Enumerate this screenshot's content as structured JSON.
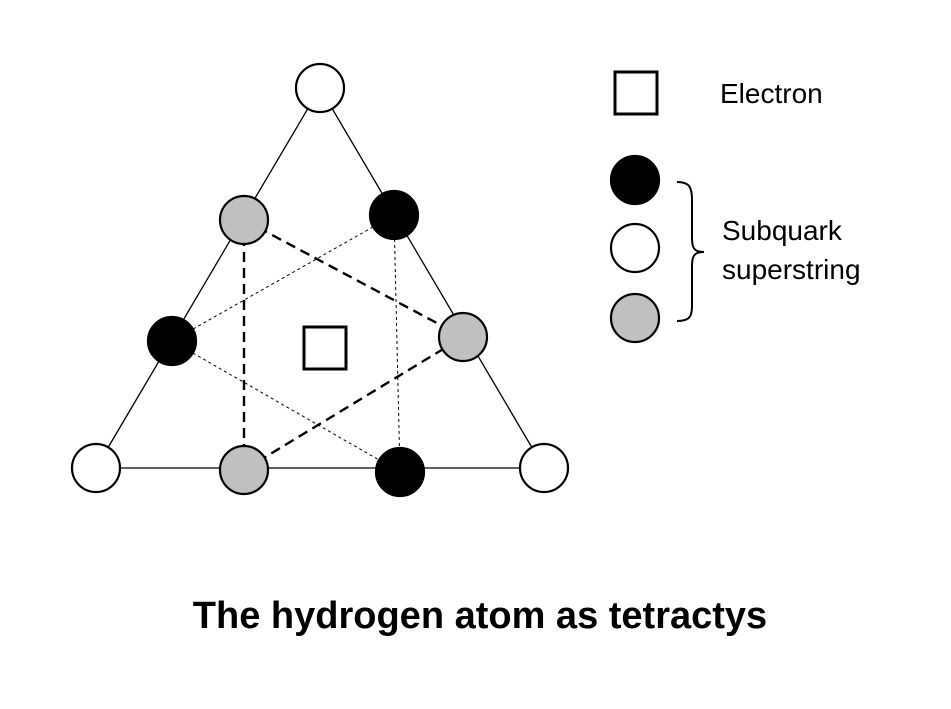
{
  "title": "The hydrogen atom as tetractys",
  "legend": {
    "electron_label": "Electron",
    "subquark_label_line1": "Subquark",
    "subquark_label_line2": "superstring"
  },
  "colors": {
    "black": "#000000",
    "white": "#ffffff",
    "gray": "#c0c0c0"
  },
  "nodes": [
    {
      "id": "apex",
      "fill": "white"
    },
    {
      "id": "upper-left",
      "fill": "gray"
    },
    {
      "id": "upper-right",
      "fill": "black"
    },
    {
      "id": "middle-left",
      "fill": "black"
    },
    {
      "id": "middle-right",
      "fill": "gray"
    },
    {
      "id": "bottom-left-corner",
      "fill": "white"
    },
    {
      "id": "bottom-inner-left",
      "fill": "gray"
    },
    {
      "id": "bottom-inner-right",
      "fill": "black"
    },
    {
      "id": "bottom-right-corner",
      "fill": "white"
    }
  ]
}
